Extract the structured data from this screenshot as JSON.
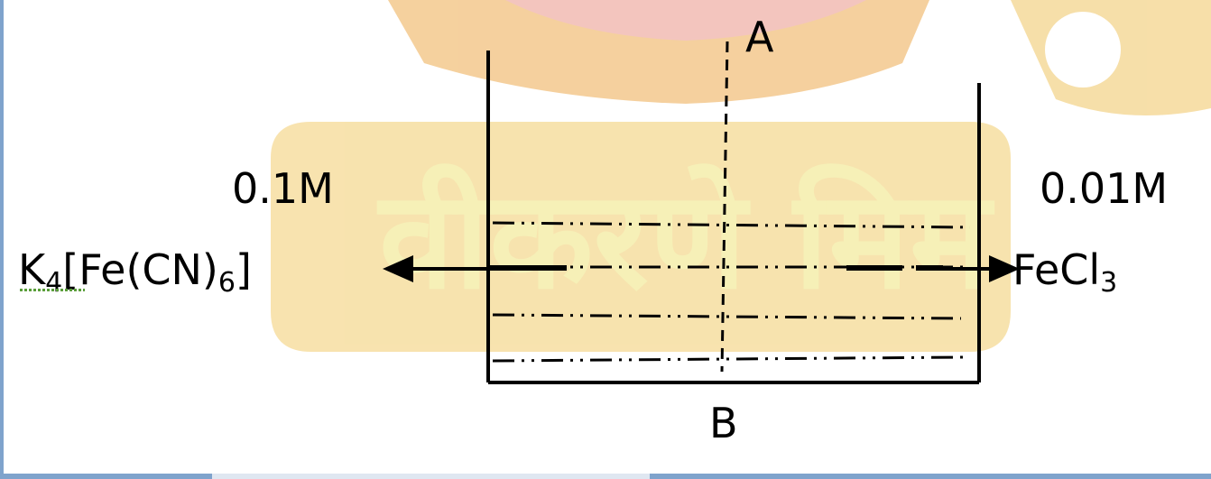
{
  "labels": {
    "point_a": "A",
    "point_b": "B",
    "left_concentration": "0.1M",
    "right_concentration": "0.01M",
    "left_compound_main": "K",
    "left_compound_sub1": "4",
    "left_compound_mid": "[Fe(CN)",
    "left_compound_sub2": "6",
    "left_compound_end": "]",
    "right_compound_main": "FeCl",
    "right_compound_sub": "3"
  },
  "watermark": {
    "text": "वीकरणे मिम"
  },
  "colors": {
    "ink": "#000000",
    "watermark_orange": "#f6dca0",
    "watermark_red": "#f3c4c0",
    "watermark_yellow": "#f6efb0",
    "window_edge": "#7fa3cc"
  }
}
